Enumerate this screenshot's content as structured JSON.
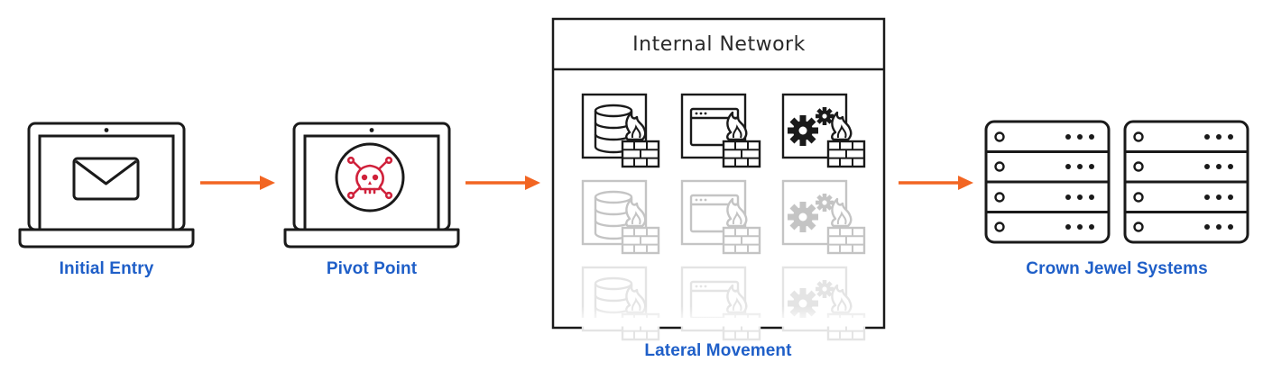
{
  "stages": [
    {
      "label": "Initial Entry"
    },
    {
      "label": "Pivot Point"
    },
    {
      "label": "Lateral Movement"
    },
    {
      "label": "Crown Jewel Systems"
    }
  ],
  "network": {
    "title": "Internal Network"
  },
  "colors": {
    "label": "#1f5fc8",
    "arrow": "#f26522",
    "threat": "#d0213b",
    "outline": "#1a1a1a"
  },
  "icons": {
    "entry": "email-icon",
    "pivot": "skull-crossbones-icon",
    "network_rows": [
      "database-firewall-icon",
      "browser-firewall-icon",
      "gears-firewall-icon"
    ],
    "servers": "server-rack-icon"
  }
}
